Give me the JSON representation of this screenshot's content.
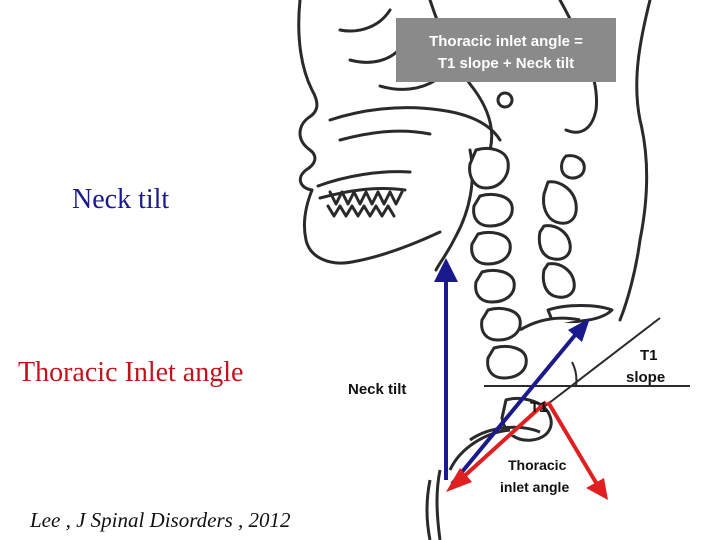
{
  "slide": {
    "neck_tilt_heading": "Neck tilt",
    "thoracic_inlet_heading": "Thoracic Inlet angle",
    "citation": "Lee , J Spinal Disorders , 2012"
  },
  "figure": {
    "formula_line1": "Thoracic inlet angle =",
    "formula_line2": "T1 slope + Neck tilt",
    "neck_tilt_label": "Neck tilt",
    "t1_slope_line1": "T1",
    "t1_slope_line2": "slope",
    "t1_vertebra_label": "T1",
    "inlet_line1": "Thoracic",
    "inlet_line2": "inlet angle",
    "colors": {
      "neck_tilt_arrow": "#1a1a8c",
      "inlet_arrow": "#e02020",
      "formula_box": "#8a8a8a"
    },
    "icons": [
      "cervical-spine-illustration",
      "skull-illustration"
    ]
  }
}
